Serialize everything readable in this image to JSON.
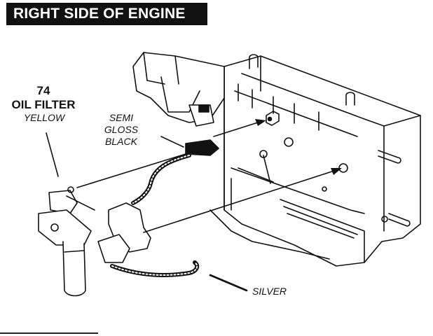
{
  "header": {
    "title": "RIGHT SIDE OF ENGINE"
  },
  "part": {
    "number": "74",
    "name": "OIL FILTER",
    "color": "YELLOW"
  },
  "callouts": {
    "semi_gloss": [
      "SEMI",
      "GLOSS",
      "BLACK"
    ],
    "silver": "SILVER"
  },
  "colors": {
    "ink": "#111111",
    "paper": "#ffffff"
  }
}
